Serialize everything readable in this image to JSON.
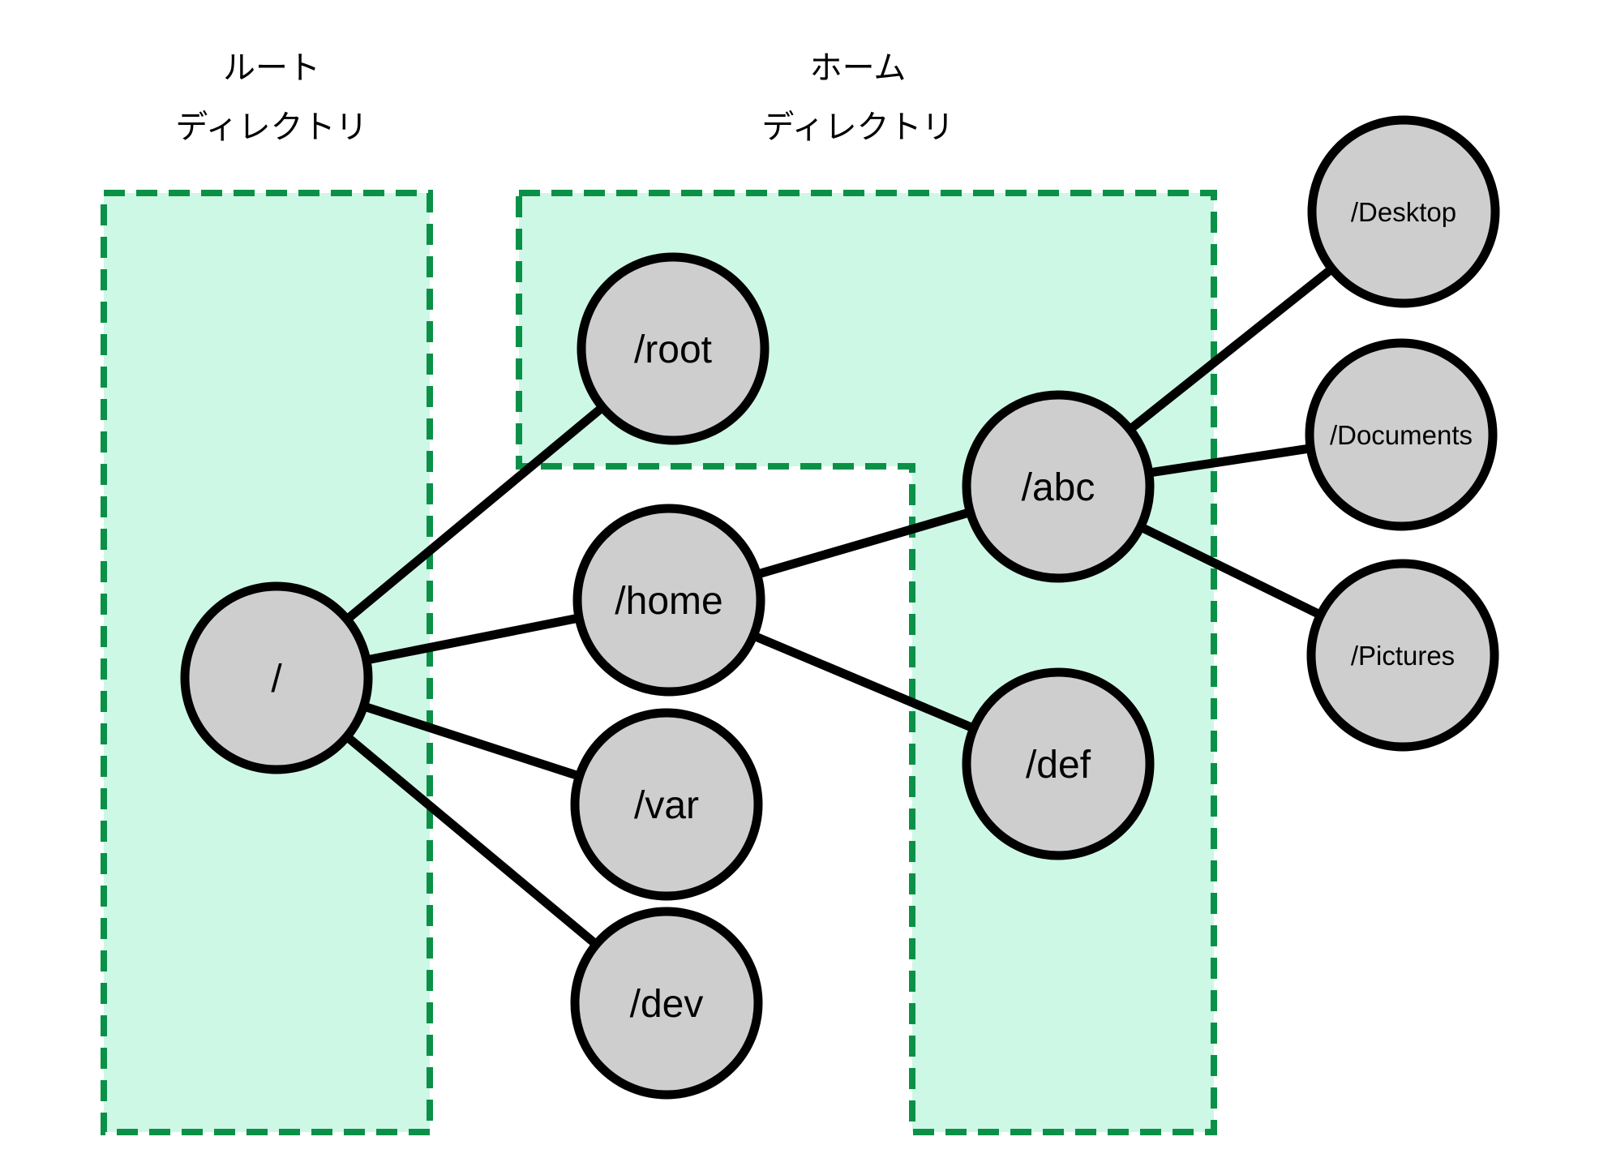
{
  "diagram": {
    "regions": [
      {
        "name": "root-directory",
        "label_lines": [
          "ルート",
          "ディレクトリ"
        ]
      },
      {
        "name": "home-directory",
        "label_lines": [
          "ホーム",
          "ディレクトリ"
        ]
      }
    ],
    "nodes": [
      {
        "id": "slash",
        "label": "/"
      },
      {
        "id": "root",
        "label": "/root"
      },
      {
        "id": "home",
        "label": "/home"
      },
      {
        "id": "var",
        "label": "/var"
      },
      {
        "id": "dev",
        "label": "/dev"
      },
      {
        "id": "abc",
        "label": "/abc"
      },
      {
        "id": "def",
        "label": "/def"
      },
      {
        "id": "desktop",
        "label": "/Desktop"
      },
      {
        "id": "documents",
        "label": "/Documents"
      },
      {
        "id": "pictures",
        "label": "/Pictures"
      }
    ],
    "edges": [
      {
        "from": "/",
        "to": "/root"
      },
      {
        "from": "/",
        "to": "/home"
      },
      {
        "from": "/",
        "to": "/var"
      },
      {
        "from": "/",
        "to": "/dev"
      },
      {
        "from": "/home",
        "to": "/abc"
      },
      {
        "from": "/home",
        "to": "/def"
      },
      {
        "from": "/abc",
        "to": "/Desktop"
      },
      {
        "from": "/abc",
        "to": "/Documents"
      },
      {
        "from": "/abc",
        "to": "/Pictures"
      }
    ],
    "colors": {
      "region_fill": "#cdf8e6",
      "region_border": "#0b9147",
      "node_fill": "#cecece",
      "node_border": "#000000",
      "edge": "#000000",
      "text": "#000000",
      "background": "#ffffff"
    }
  }
}
